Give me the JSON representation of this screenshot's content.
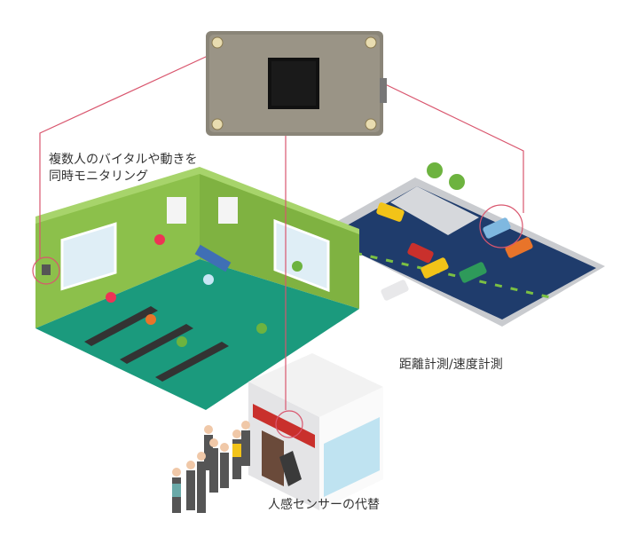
{
  "labels": {
    "gym_line1": "複数人のバイタルや動きを",
    "gym_line2": "同時モニタリング",
    "road": "距離計測/速度計測",
    "store": "人感センサーの代替"
  },
  "colors": {
    "callout_line": "#d9566e",
    "wall_green": "#8cc04b",
    "floor_teal": "#1b9a7d",
    "road_navy": "#1f3c6c",
    "sensor_body": "#8a8578"
  }
}
